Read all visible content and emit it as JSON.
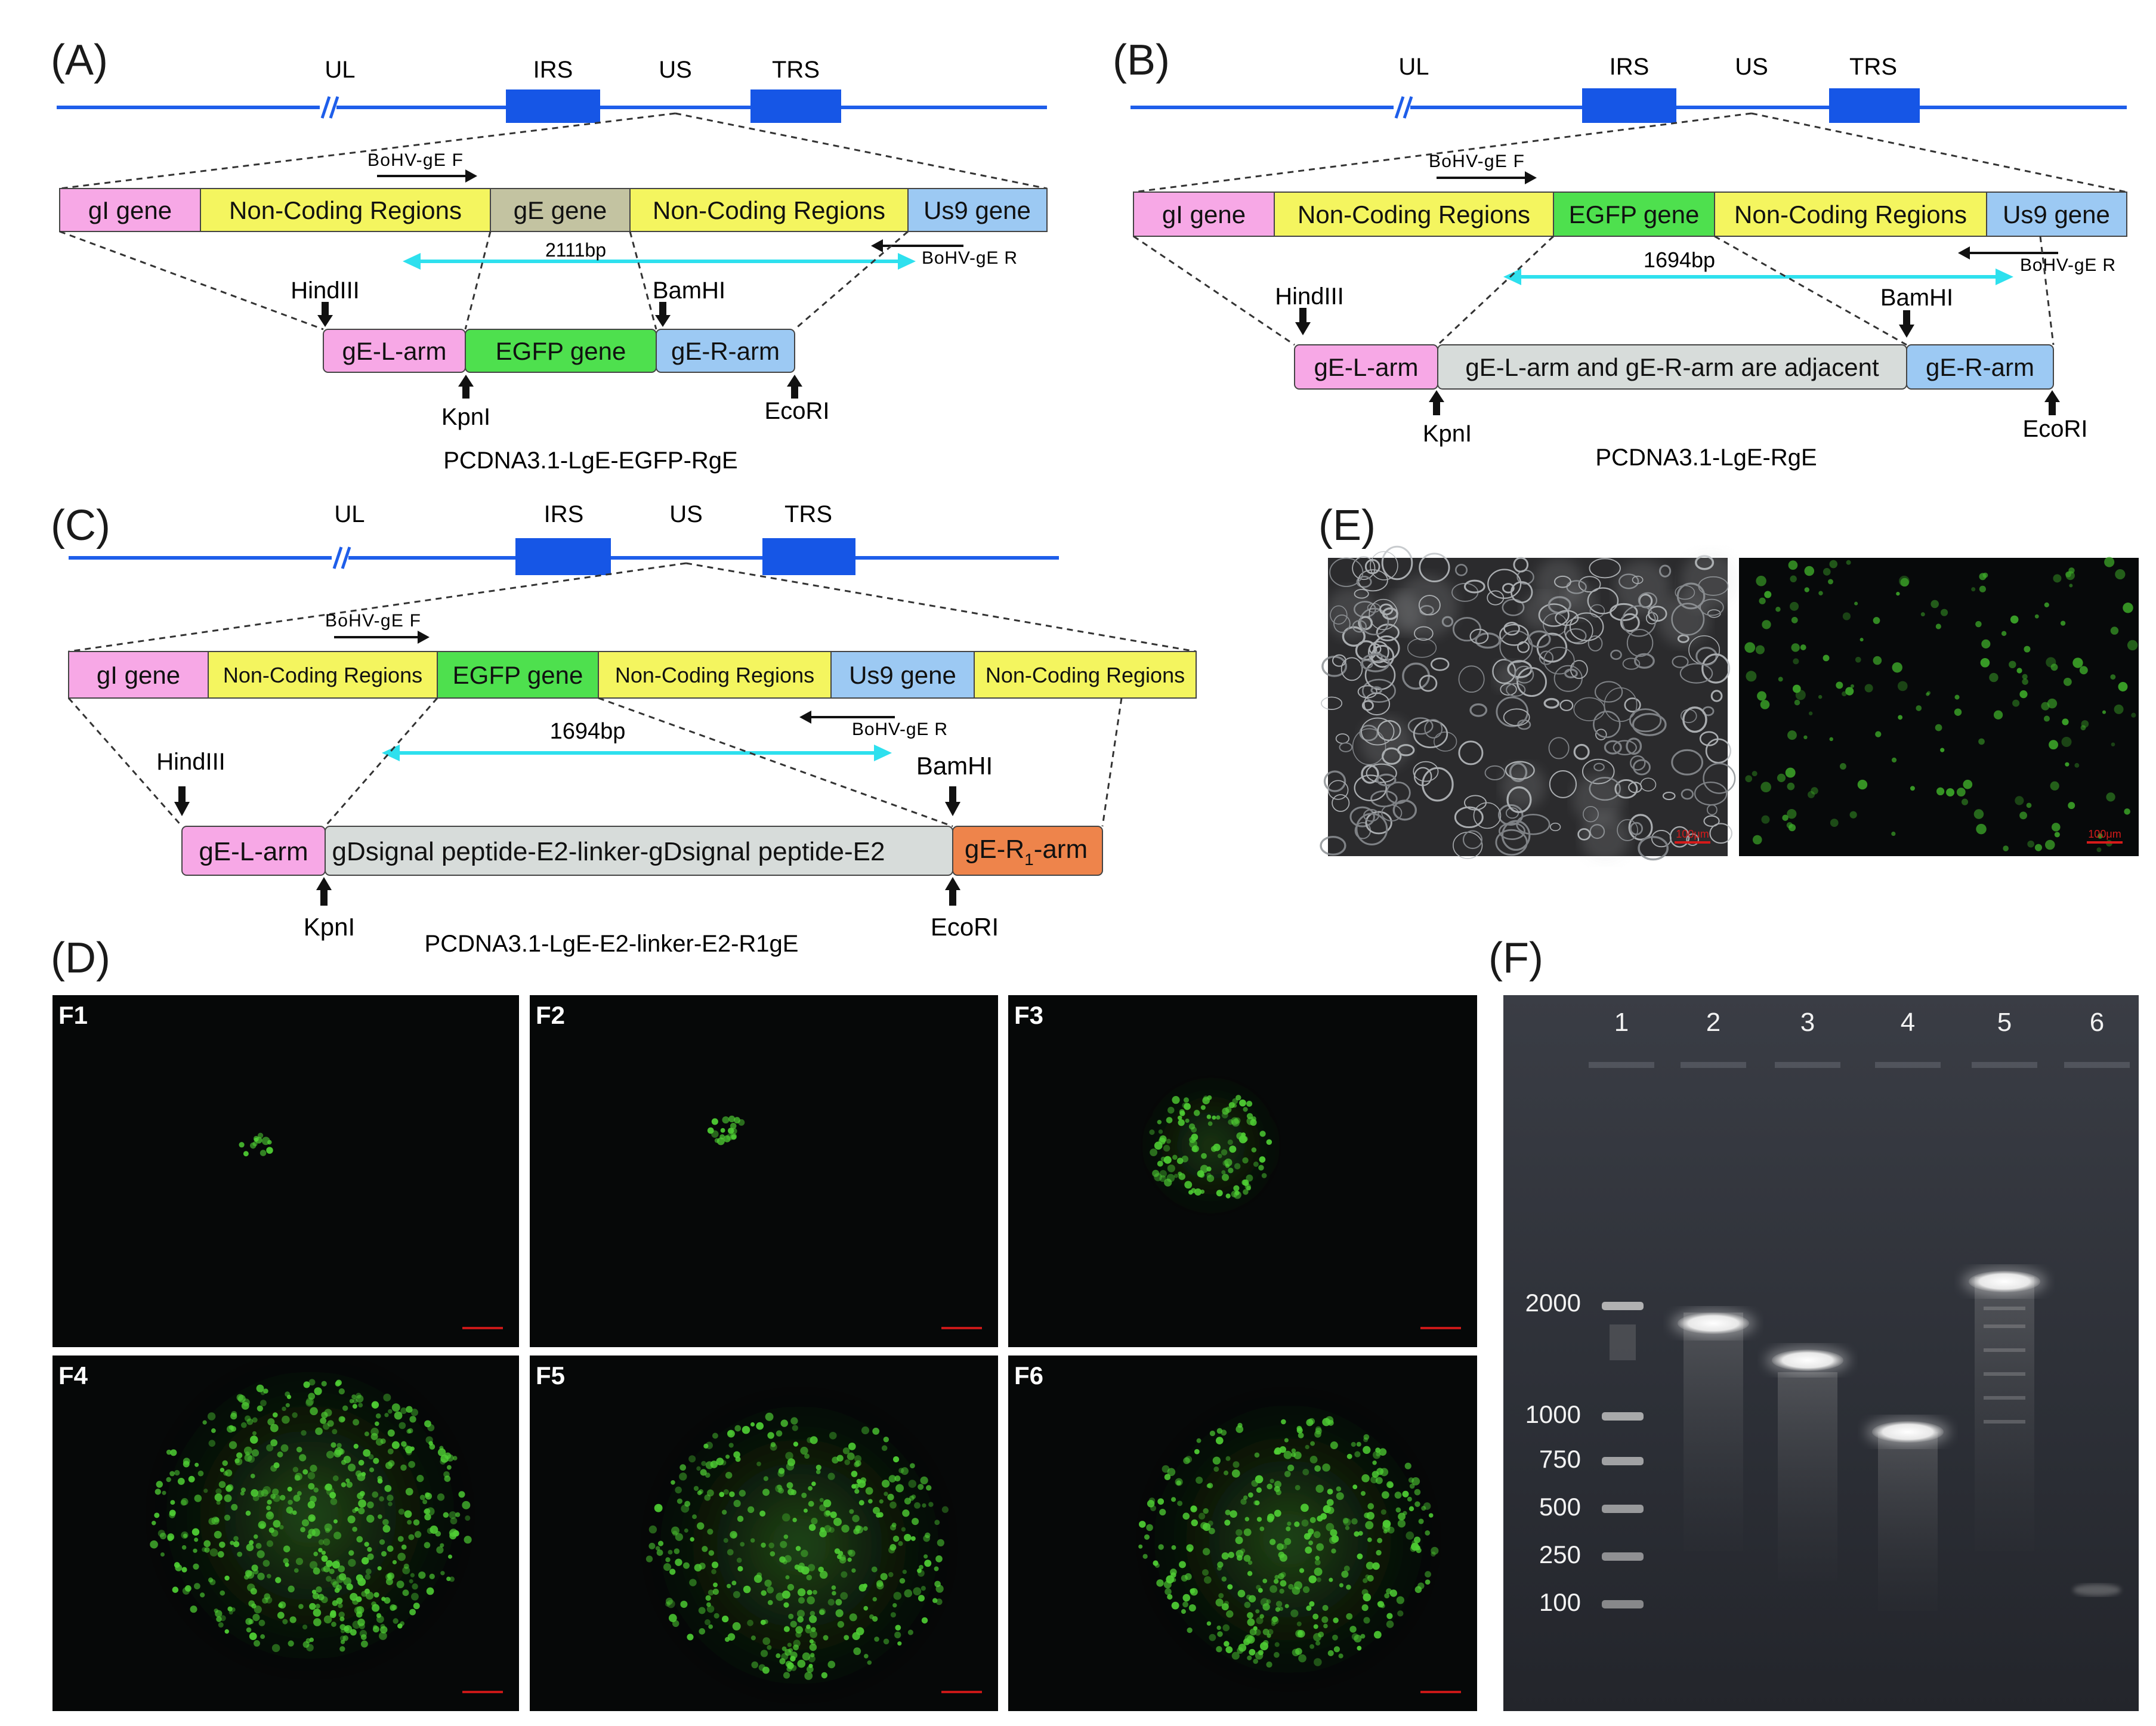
{
  "panel_labels": [
    "(A)",
    "(B)",
    "(C)",
    "(D)",
    "(E)",
    "(F)"
  ],
  "genome": {
    "ul": "UL",
    "irs": "IRS",
    "us": "US",
    "trs": "TRS",
    "break": "//"
  },
  "colors": {
    "genome_line": "#1e5eea",
    "genome_box": "#1656e6",
    "gi": "#f7a8e6",
    "noncoding": "#f4f55f",
    "ge_gene": "#c3c3a1",
    "egfp": "#4ee04e",
    "us9": "#9cc9f3",
    "larm": "#f7a8e6",
    "rarm": "#9cc9f3",
    "r1arm": "#ee844b",
    "gray": "#d7dcda",
    "cyan": "#2ee0ee"
  },
  "panel_a": {
    "row": [
      "gI gene",
      "Non-Coding Regions",
      "gE gene",
      "Non-Coding Regions",
      "Us9 gene"
    ],
    "primer_f": "BoHV-gE F",
    "primer_r": "BoHV-gE R",
    "size": "2111bp",
    "cassette": [
      "gE-L-arm",
      "EGFP gene",
      "gE-R-arm"
    ],
    "sites": [
      "HindIII",
      "BamHI",
      "KpnI",
      "EcoRI"
    ],
    "plasmid": "PCDNA3.1-LgE-EGFP-RgE"
  },
  "panel_b": {
    "row": [
      "gI gene",
      "Non-Coding Regions",
      "EGFP gene",
      "Non-Coding Regions",
      "Us9 gene"
    ],
    "primer_f": "BoHV-gE F",
    "primer_r": "BoHV-gE R",
    "size": "1694bp",
    "cassette": [
      "gE-L-arm",
      "gE-L-arm and gE-R-arm are adjacent",
      "gE-R-arm"
    ],
    "sites": [
      "HindIII",
      "BamHI",
      "KpnI",
      "EcoRI"
    ],
    "plasmid": "PCDNA3.1-LgE-RgE"
  },
  "panel_c": {
    "row": [
      "gI gene",
      "Non-Coding Regions",
      "EGFP gene",
      "Non-Coding Regions",
      "Us9 gene",
      "Non-Coding Regions"
    ],
    "primer_f": "BoHV-gE F",
    "primer_r": "BoHV-gE R",
    "size": "1694bp",
    "cassette_l": "gE-L-arm",
    "cassette_mid": "gDsignal peptide-E2-linker-gDsignal peptide-E2",
    "cassette_r_main": "gE-R",
    "cassette_r_sub": "1",
    "cassette_r_tail": "-arm",
    "sites": [
      "HindIII",
      "BamHI",
      "KpnI",
      "EcoRI"
    ],
    "plasmid": "PCDNA3.1-LgE-E2-linker-E2-R1gE"
  },
  "panel_d": {
    "tiles": [
      "F1",
      "F2",
      "F3",
      "F4",
      "F5",
      "F6"
    ]
  },
  "panel_e": {
    "scale": "100μm"
  },
  "panel_f": {
    "lanes": [
      "1",
      "2",
      "3",
      "4",
      "5",
      "6"
    ],
    "ladder": [
      "2000",
      "1000",
      "750",
      "500",
      "250",
      "100"
    ]
  }
}
